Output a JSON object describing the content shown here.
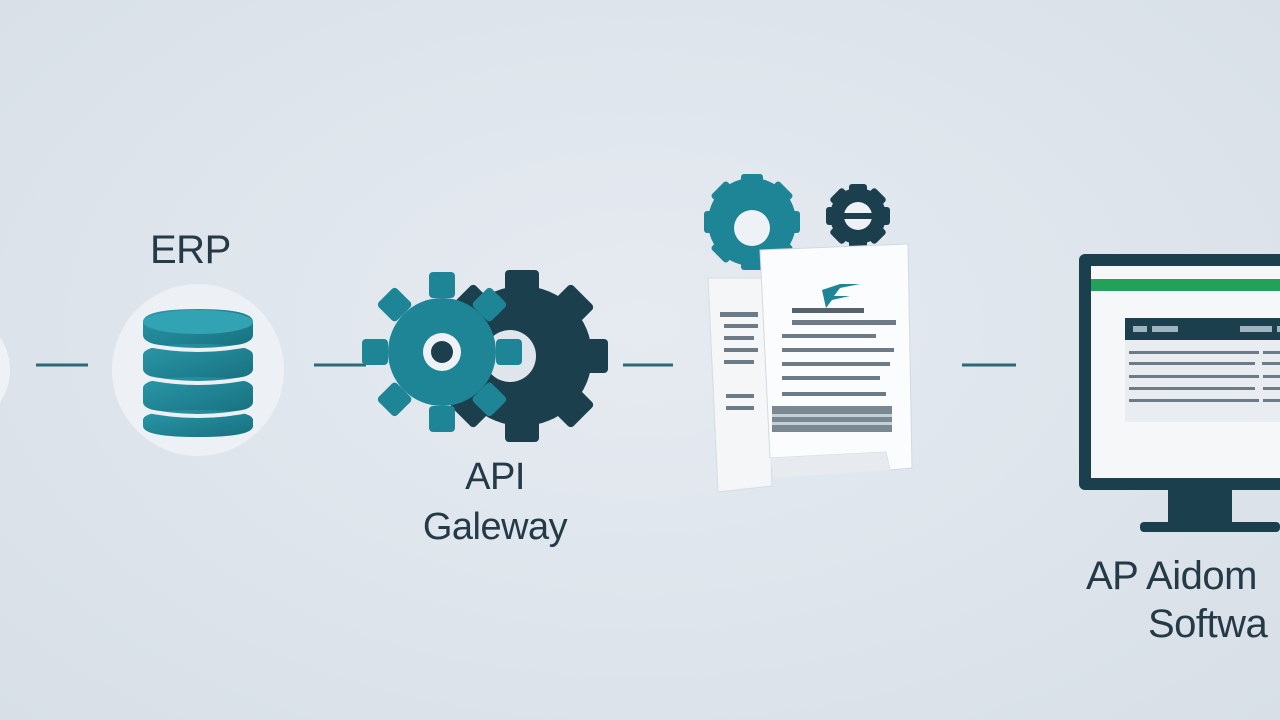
{
  "nodes": {
    "erp": {
      "label": "ERP",
      "icon": "database-icon"
    },
    "api_gateway": {
      "label_line1": "API",
      "label_line2": "Galeway",
      "icon": "gears-icon"
    },
    "documents": {
      "icon": "documents-with-gears-icon"
    },
    "ap_software": {
      "label_line1": "AP Aidom",
      "label_line2": "Softwa",
      "icon": "monitor-icon"
    }
  },
  "colors": {
    "background": "#dfe5ec",
    "teal": "#1e8597",
    "dark_navy": "#1c3f4e",
    "connector": "#2e6a75",
    "screen_green": "#23a05a",
    "text": "#243a47"
  }
}
